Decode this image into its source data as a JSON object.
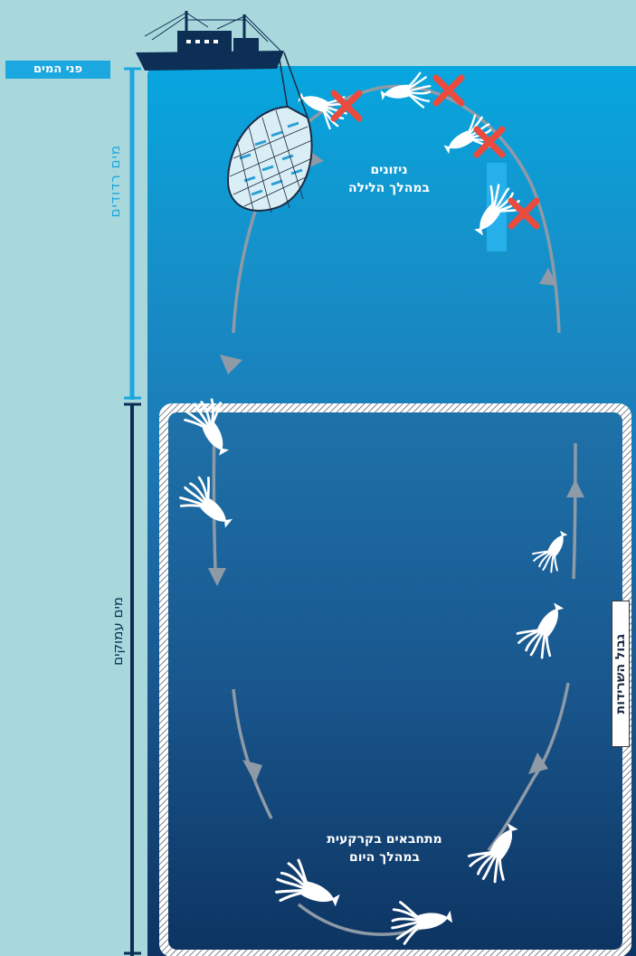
{
  "labels": {
    "surface": "פני המים",
    "shallow_water": "מים רדודים",
    "deep_water": "מים עמוקים",
    "survival_boundary": "גבול השרידות",
    "night_feeding_line1": "ניזונים",
    "night_feeding_line2": "במהלך הלילה",
    "day_hiding_line1": "מתחבאים בקרקעית",
    "day_hiding_line2": "במהלך היום"
  },
  "colors": {
    "background": "#a9d8dc",
    "shallow_bar": "#1ba7e0",
    "deep_bar": "#0d2e55",
    "cross": "#ea4b3c",
    "arrow": "#8e9aa6",
    "squid": "#ffffff"
  },
  "icons": [
    "fishing-boat-icon",
    "fishing-net-icon",
    "squid-icon",
    "red-cross-icon",
    "arrow-icon"
  ]
}
